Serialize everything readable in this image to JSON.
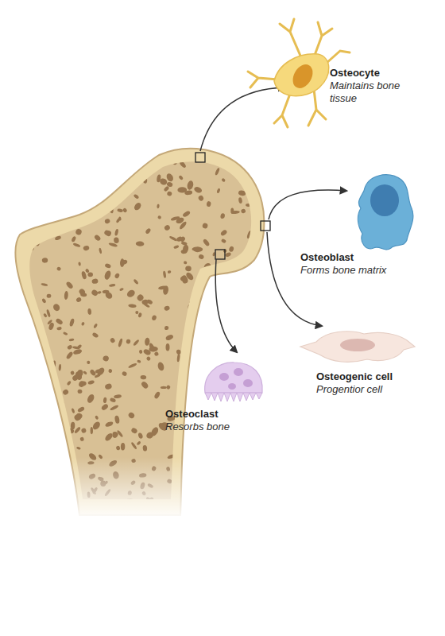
{
  "diagram": {
    "labels": [
      "Osteocyte",
      "Maintains bone tissue",
      "Osteoblast",
      "Forms bone matrix",
      "Osteogenic cell",
      "Progentior cell",
      "Osteoclast",
      "Resorbs bone"
    ]
  }
}
